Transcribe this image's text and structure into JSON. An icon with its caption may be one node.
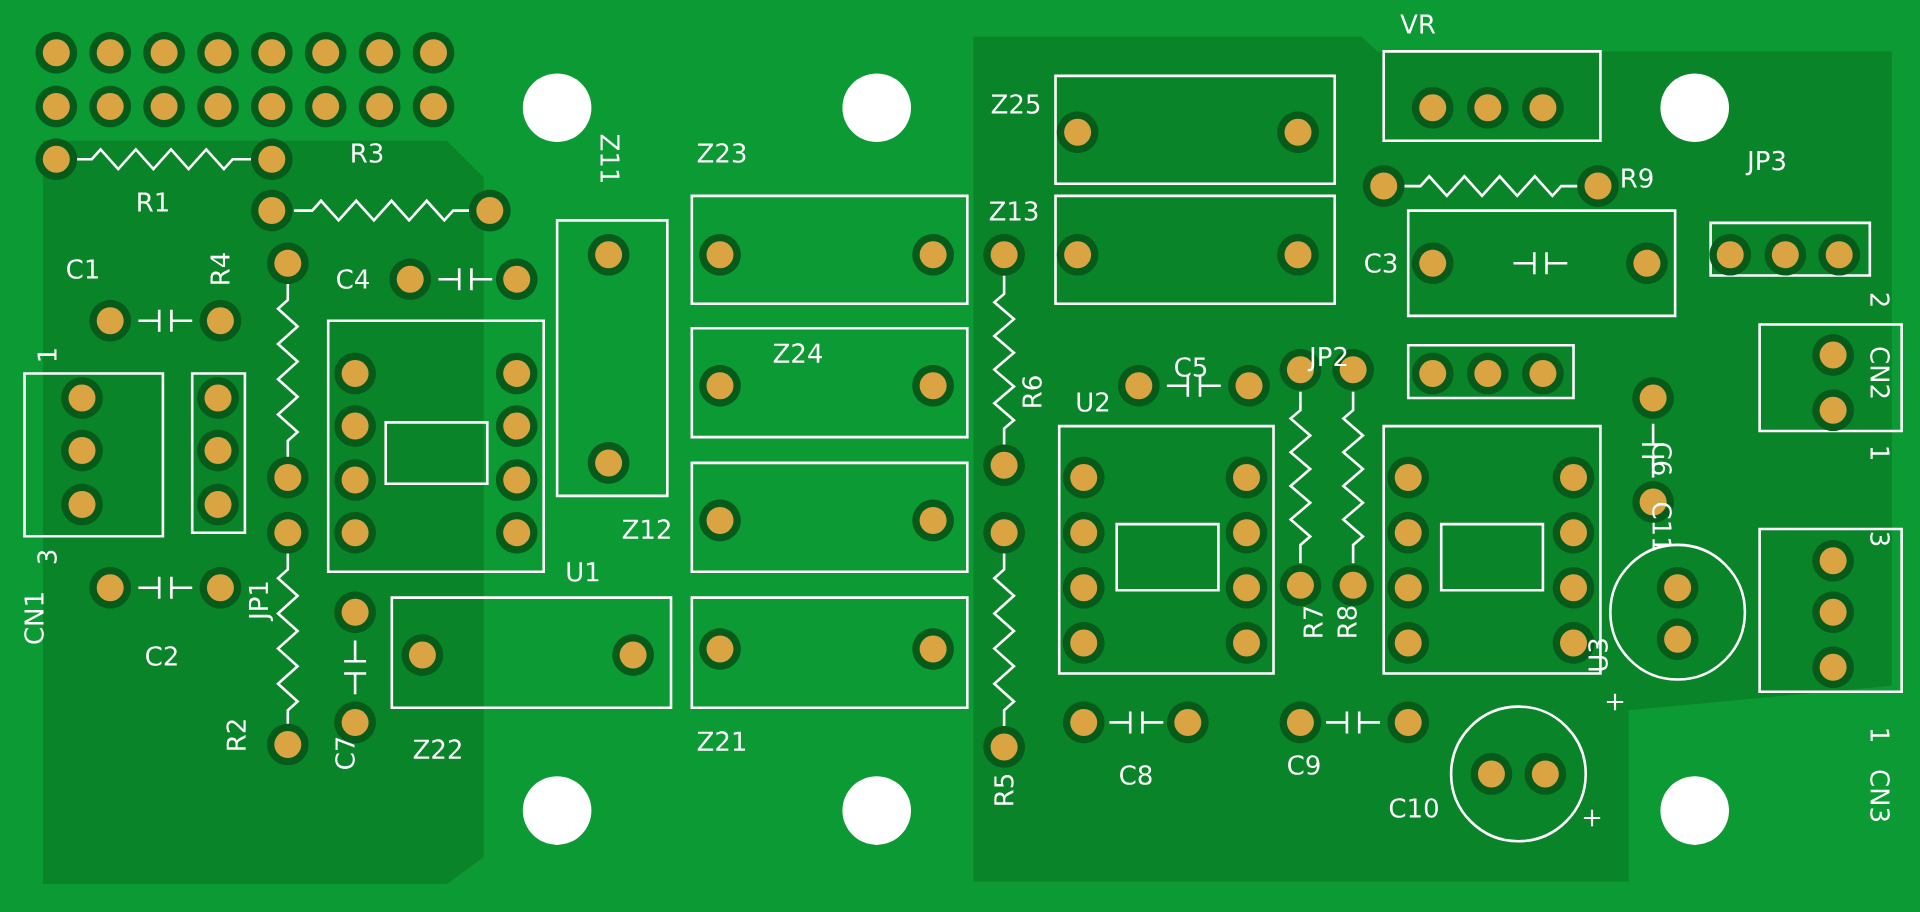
{
  "diagram": {
    "labels": [
      "VR",
      "Z25",
      "Z23",
      "Z11",
      "R3",
      "R9",
      "JP3",
      "R1",
      "Z13",
      "C1",
      "R4",
      "C4",
      "C3",
      "2",
      "JP2",
      "C5",
      "Z24",
      "1",
      "R6",
      "CN2",
      "U2",
      "1",
      "C6",
      "Z12",
      "C11",
      "3",
      "3",
      "U1",
      "JP1",
      "+",
      "CN1",
      "R7",
      "R8",
      "C2",
      "U3",
      "R2",
      "1",
      "Z22",
      "Z21",
      "C7",
      "C9",
      "C8",
      "R5",
      "CN3",
      "C10",
      "+"
    ]
  }
}
